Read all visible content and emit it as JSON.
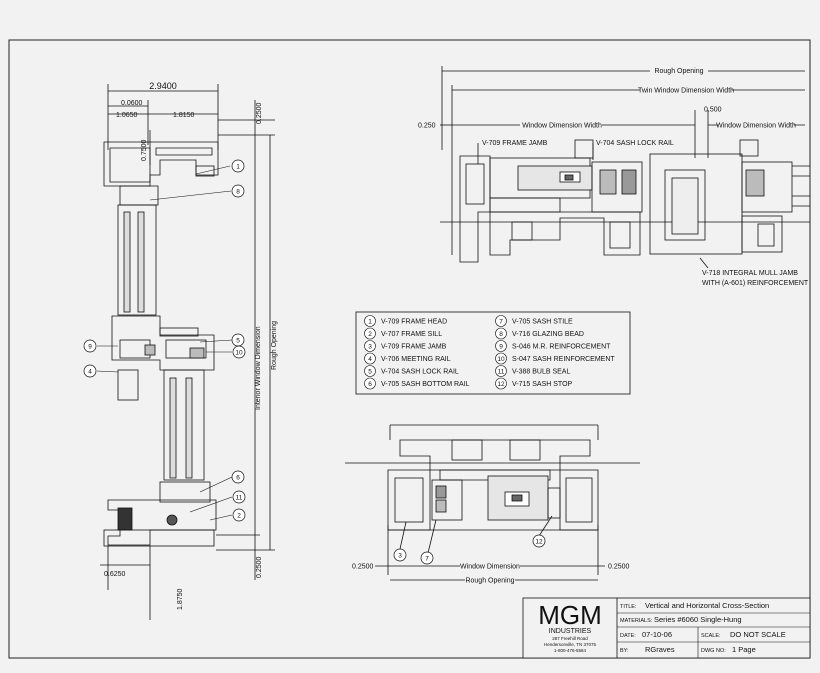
{
  "title_block": {
    "logo": "MGM",
    "company": "INDUSTRIES",
    "address_line1": "287 Freehill Road",
    "address_line2": "Hendersonville, TN 37075",
    "phone": "1-800-476-5584",
    "title_label": "TITLE:",
    "title_value": "Vertical and Horizontal Cross-Section",
    "materials_label": "MATERIALS:",
    "materials_value": "Series #6060 Single-Hung",
    "date_label": "DATE:",
    "date_value": "07-10-06",
    "scale_label": "SCALE:",
    "scale_value": "DO NOT SCALE",
    "by_label": "BY:",
    "by_value": "RGraves",
    "dwg_label": "DWG NO:",
    "dwg_value": "1 Page"
  },
  "legend": {
    "left": [
      {
        "num": "1",
        "text": "V-709  FRAME HEAD"
      },
      {
        "num": "2",
        "text": "V-707  FRAME SILL"
      },
      {
        "num": "3",
        "text": "V-709  FRAME JAMB"
      },
      {
        "num": "4",
        "text": "V-706  MEETING RAIL"
      },
      {
        "num": "5",
        "text": "V-704  SASH LOCK RAIL"
      },
      {
        "num": "6",
        "text": "V-705  SASH BOTTOM RAIL"
      }
    ],
    "right": [
      {
        "num": "7",
        "text": "V-705  SASH STILE"
      },
      {
        "num": "8",
        "text": "V-716  GLAZING BEAD"
      },
      {
        "num": "9",
        "text": "S-046  M.R. REINFORCEMENT"
      },
      {
        "num": "10",
        "text": "S-047  SASH REINFORCEMENT"
      },
      {
        "num": "11",
        "text": "V-388  BULB SEAL"
      },
      {
        "num": "12",
        "text": "V-715  SASH STOP"
      }
    ]
  },
  "vertical_section": {
    "dims": {
      "overall": "2.9400",
      "d1": "0.0600",
      "d2": "1.0650",
      "d3": "1.8150",
      "d4": "0.7500",
      "top_right": "0.2500",
      "bottom_right": "0.2500",
      "bottom_left": "0.6250",
      "bottom_vert": "1.8750",
      "interior": "Interior Window Dimension",
      "rough": "Rough Opening"
    },
    "callouts": [
      "1",
      "8",
      "5",
      "10",
      "9",
      "4",
      "6",
      "11",
      "2"
    ]
  },
  "horizontal_top": {
    "rough": "Rough Opening",
    "twin": "Twin Window Dimension Width",
    "window_width_left": "Window Dimension Width",
    "window_width_right": "Window Dimension Width",
    "left_dim": "0.250",
    "mull_dim": "0.500",
    "label_frame_jamb": "V-709  FRAME JAMB",
    "label_sash_lock": "V-704  SASH LOCK RAIL",
    "mull_line1": "V-718 INTEGRAL MULL JAMB",
    "mull_line2": "WITH (A-601) REINFORCEMENT"
  },
  "horizontal_bottom": {
    "left_dim": "0.2500",
    "right_dim": "0.2500",
    "window": "Window Dimension",
    "rough": "Rough Opening",
    "callouts": [
      "3",
      "7",
      "12"
    ]
  }
}
